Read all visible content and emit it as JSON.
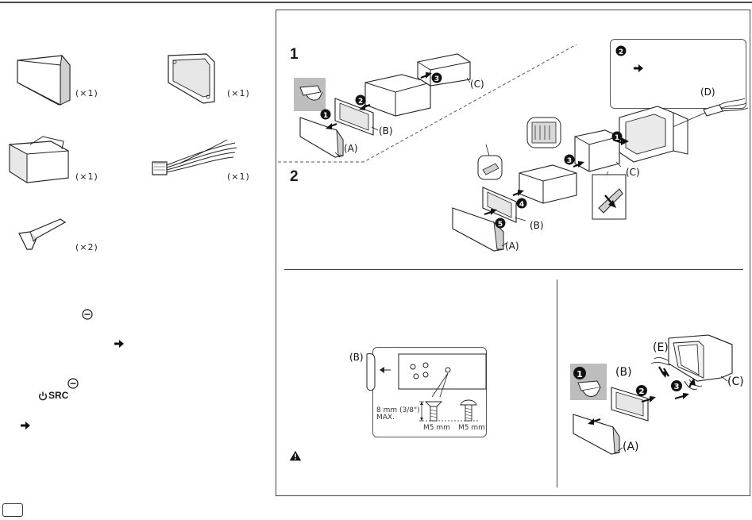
{
  "accessories": {
    "qty_faceplate": "(×1)",
    "qty_trim_plate": "(×1)",
    "qty_sleeve": "(×1)",
    "qty_harness": "(×1)",
    "qty_extraction_keys": "(×2)"
  },
  "installation": {
    "step_1": "1",
    "step_2": "2",
    "callout_d": "(D)",
    "label_c_step1": "(C)",
    "label_b_step1": "(B)",
    "label_a_step1": "(A)",
    "label_c_step2": "(C)",
    "label_b_step2": "(B)",
    "label_a_step2": "(A)"
  },
  "japanese_car": {
    "label_b": "(B)",
    "screw_length": "8 mm (3/8\")",
    "screw_max": "MAX.",
    "screw_size_flat": "M5 mm",
    "screw_size_round": "M5 mm"
  },
  "removal": {
    "label_e": "(E)",
    "label_b": "(B)",
    "label_c": "(C)",
    "label_a": "(A)"
  },
  "left_text": {
    "src_button": "SRC"
  },
  "colors": {
    "line": "#1a1a1a",
    "frame": "#444444",
    "shade": "#c8c8c8",
    "callout_bg": "#b8b8b8"
  }
}
